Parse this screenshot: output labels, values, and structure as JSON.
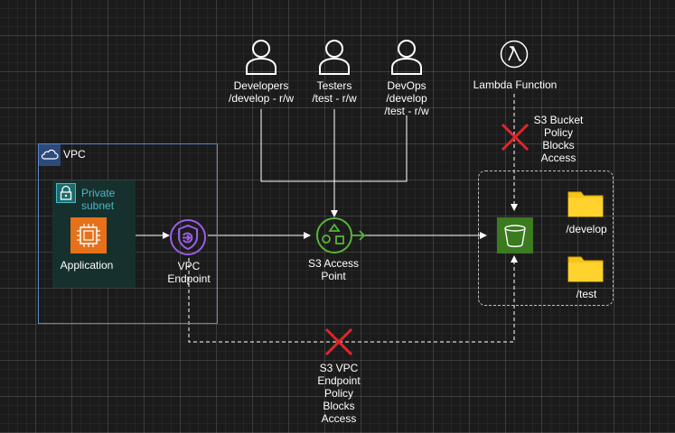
{
  "vpc": {
    "label": "VPC"
  },
  "subnet": {
    "label_line1": "Private",
    "label_line2": "subnet"
  },
  "application": {
    "label": "Application"
  },
  "vpc_endpoint": {
    "label_line1": "VPC",
    "label_line2": "Endpoint"
  },
  "access_point": {
    "label_line1": "S3 Access",
    "label_line2": "Point"
  },
  "users": [
    {
      "name": "Developers",
      "access": "/develop - r/w"
    },
    {
      "name": "Testers",
      "access": "/test - r/w"
    },
    {
      "name": "DevOps",
      "access_line1": "/develop",
      "access_line2": "/test - r/w"
    }
  ],
  "lambda": {
    "label": "Lambda Function"
  },
  "bucket_policy_note": [
    "S3 Bucket",
    "Policy",
    "Blocks",
    "Access"
  ],
  "endpoint_policy_note": [
    "S3 VPC",
    "Endpoint",
    "Policy",
    "Blocks",
    "Access"
  ],
  "folders": [
    {
      "label": "/develop"
    },
    {
      "label": "/test"
    }
  ],
  "colors": {
    "background": "#1b1b1b",
    "vpc_border": "#5a86c8",
    "subnet_fill": "#16302d",
    "subnet_text": "#49b8c8",
    "ec2_orange": "#e7711b",
    "endpoint_purple": "#9b5de5",
    "s3_green": "#3b7a1f",
    "folder_yellow": "#f5c518",
    "deny_red": "#e0262b"
  },
  "icons": [
    "vpc-cloud-icon",
    "lock-icon",
    "ec2-instance-icon",
    "vpc-endpoint-shield-icon",
    "s3-access-point-icon",
    "user-icon",
    "lambda-icon",
    "s3-bucket-icon",
    "folder-icon",
    "deny-cross-icon"
  ]
}
